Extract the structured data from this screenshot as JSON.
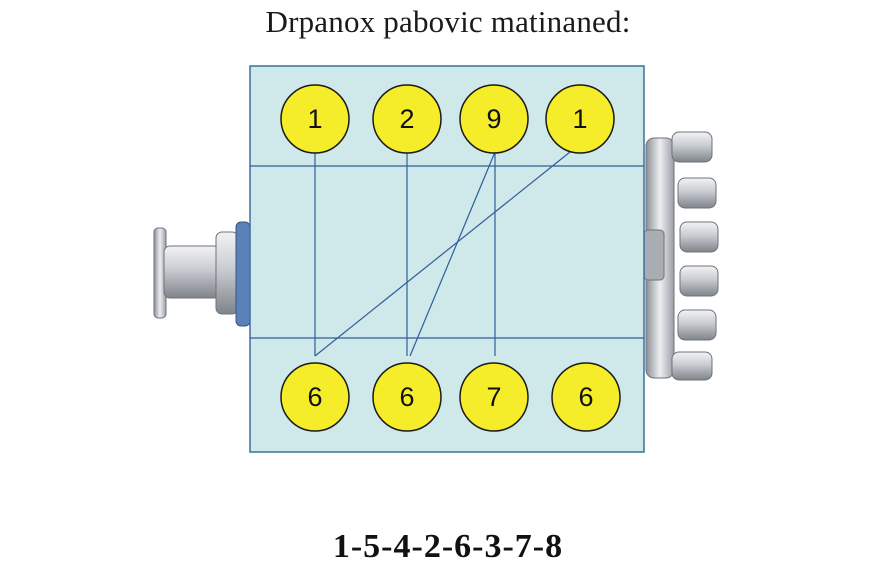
{
  "title": "Drpanox pabovic matinaned:",
  "firing_order": "1-5-4-2-6-3-7-8",
  "colors": {
    "block_fill": "#cfe8ea",
    "block_stroke": "#3c6f9e",
    "line": "#2e5f9a",
    "cylinder_fill": "#f5ec2a",
    "cylinder_stroke": "#1a1a1a",
    "metal_light": "#e2e4e7",
    "metal_dark": "#8c9096"
  },
  "cylinders": {
    "top": [
      {
        "label": "1"
      },
      {
        "label": "2"
      },
      {
        "label": "9"
      },
      {
        "label": "1"
      }
    ],
    "bottom": [
      {
        "label": "6"
      },
      {
        "label": "6"
      },
      {
        "label": "7"
      },
      {
        "label": "6"
      }
    ]
  }
}
